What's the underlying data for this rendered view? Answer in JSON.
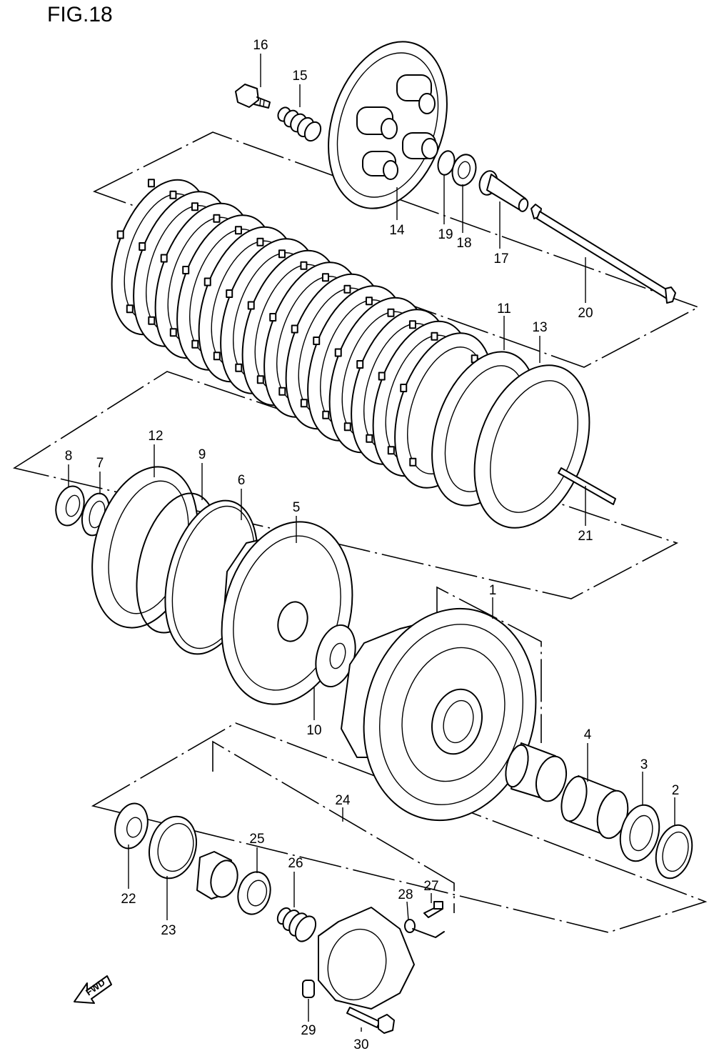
{
  "figure": {
    "title": "FIG.18"
  },
  "fwd_label": "FWD",
  "callouts": [
    {
      "id": "c1",
      "text": "1"
    },
    {
      "id": "c2",
      "text": "2"
    },
    {
      "id": "c3",
      "text": "3"
    },
    {
      "id": "c4",
      "text": "4"
    },
    {
      "id": "c5",
      "text": "5"
    },
    {
      "id": "c6",
      "text": "6"
    },
    {
      "id": "c7",
      "text": "7"
    },
    {
      "id": "c8",
      "text": "8"
    },
    {
      "id": "c9",
      "text": "9"
    },
    {
      "id": "c10",
      "text": "10"
    },
    {
      "id": "c11",
      "text": "11"
    },
    {
      "id": "c12",
      "text": "12"
    },
    {
      "id": "c13",
      "text": "13"
    },
    {
      "id": "c14",
      "text": "14"
    },
    {
      "id": "c15",
      "text": "15"
    },
    {
      "id": "c16",
      "text": "16"
    },
    {
      "id": "c17",
      "text": "17"
    },
    {
      "id": "c18",
      "text": "18"
    },
    {
      "id": "c19",
      "text": "19"
    },
    {
      "id": "c20",
      "text": "20"
    },
    {
      "id": "c21",
      "text": "21"
    },
    {
      "id": "c22",
      "text": "22"
    },
    {
      "id": "c23",
      "text": "23"
    },
    {
      "id": "c24",
      "text": "24"
    },
    {
      "id": "c25",
      "text": "25"
    },
    {
      "id": "c26",
      "text": "26"
    },
    {
      "id": "c27",
      "text": "27"
    },
    {
      "id": "c28",
      "text": "28"
    },
    {
      "id": "c29",
      "text": "29"
    },
    {
      "id": "c30",
      "text": "30"
    }
  ]
}
